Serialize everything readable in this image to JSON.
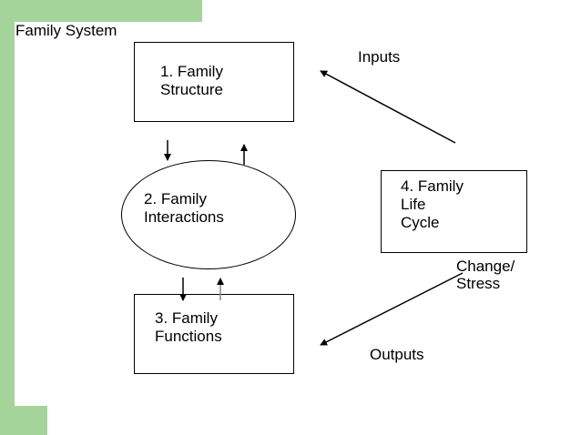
{
  "colors": {
    "sidebar": "#a4d49a",
    "line": "#000000",
    "background": "#ffffff"
  },
  "diagram": {
    "title": "Family System",
    "nodes": [
      {
        "id": "structure",
        "shape": "rectangle",
        "label": "1. Family\nStructure"
      },
      {
        "id": "interactions",
        "shape": "ellipse",
        "label": "2. Family\nInteractions"
      },
      {
        "id": "functions",
        "shape": "rectangle",
        "label": "3. Family\nFunctions"
      },
      {
        "id": "lifecycle",
        "shape": "rectangle",
        "label": "4. Family\nLife\nCycle"
      }
    ],
    "labels": {
      "inputs": "Inputs",
      "change": "Change/\nStress",
      "outputs": "Outputs"
    },
    "edges": [
      {
        "from": "structure",
        "to": "interactions"
      },
      {
        "from": "interactions",
        "to": "structure"
      },
      {
        "from": "interactions",
        "to": "functions"
      },
      {
        "from": "functions",
        "to": "interactions"
      },
      {
        "from": "lifecycle",
        "to": "structure",
        "label": "inputs"
      },
      {
        "from": "lifecycle",
        "to": "functions",
        "label": "outputs"
      }
    ]
  }
}
